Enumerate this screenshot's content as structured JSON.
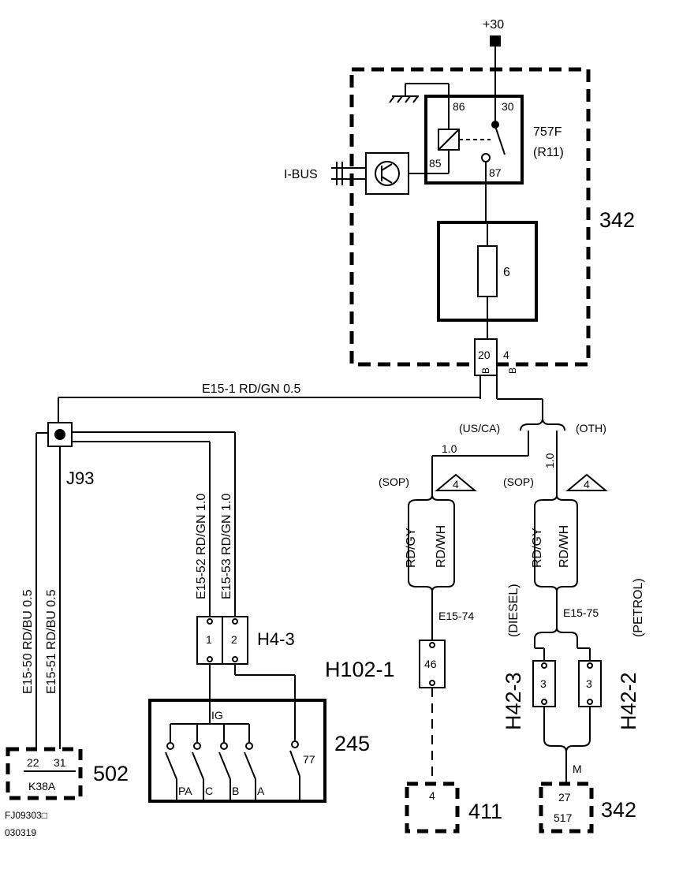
{
  "power": {
    "supply": "+30"
  },
  "relay_box": {
    "id": "342",
    "relay_id": "757F",
    "relay_sub": "(R11)",
    "pins": {
      "p86": "86",
      "p30": "30",
      "p85": "85",
      "p87": "87"
    },
    "fuse": "6",
    "ibus": "I-BUS"
  },
  "box_connector": {
    "pin_a": "20",
    "pin_b": "4",
    "tag_a": "B",
    "tag_b": "B"
  },
  "wires": {
    "e15_1": "E15-1 RD/GN 0.5",
    "e15_50": "E15-50 RD/BU 0.5",
    "e15_51": "E15-51 RD/BU 0.5",
    "e15_52": "E15-52 RD/GN 1.0",
    "e15_53": "E15-53 RD/GN 1.0",
    "e15_74": "E15-74",
    "e15_75": "E15-75",
    "w_us_size": "1.0",
    "w_oth_size": "1.0",
    "h102_rdgy": "RD/GY",
    "h102_rdwh": "RD/WH",
    "h42_rdgy": "RD/GY",
    "h42_rdwh": "RD/WH"
  },
  "splice": {
    "id": "J93"
  },
  "variants": {
    "us_ca": "(US/CA)",
    "oth": "(OTH)",
    "sop_left": "(SOP)",
    "sop_right": "(SOP)",
    "note_left": "4",
    "note_right": "4",
    "diesel": "(DIESEL)",
    "petrol": "(PETROL)"
  },
  "connectors": {
    "h4_3": {
      "id": "H4-3",
      "pin1": "1",
      "pin2": "2"
    },
    "h102_1": {
      "id": "H102-1",
      "pin": "46"
    },
    "h42_3": {
      "id": "H42-3",
      "pin": "3"
    },
    "h42_2": {
      "id": "H42-2",
      "pin": "3"
    }
  },
  "components": {
    "k38a": {
      "id": "502",
      "name": "K38A",
      "pin_a": "22",
      "pin_b": "31"
    },
    "ignition": {
      "id": "245",
      "ig": "IG",
      "pins": [
        "PA",
        "C",
        "B",
        "A"
      ],
      "pin77": "77"
    },
    "c411": {
      "id": "411",
      "pin": "4"
    },
    "c342b": {
      "id": "342",
      "pin_a": "27",
      "pin_b": "517",
      "ground_tag": "M"
    }
  },
  "footer": {
    "code": "FJ09303□",
    "date": "030319"
  }
}
